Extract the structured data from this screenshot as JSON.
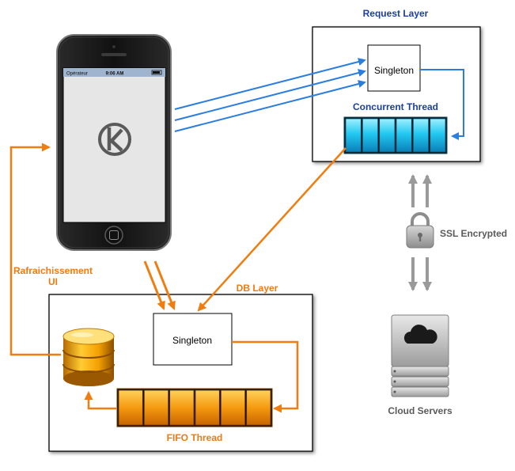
{
  "request_layer": {
    "title": "Request Layer",
    "singleton_label": "Singleton",
    "thread_label": "Concurrent Thread",
    "thread_cells": 6
  },
  "db_layer": {
    "title": "DB Layer",
    "singleton_label": "Singleton",
    "thread_label": "FIFO Thread",
    "thread_cells": 6
  },
  "phone": {
    "carrier": "Opérateur",
    "time": "9:06 AM",
    "app_icon": "k-logo-icon"
  },
  "refresh_label": {
    "line1": "Rafraichissement",
    "line2": "UI"
  },
  "ssl_label": "SSL Encrypted",
  "cloud_label": "Cloud Servers",
  "colors": {
    "blue_arrow": "#2b7de0",
    "orange_arrow": "#f07d10",
    "grey_arrow": "#9a9a9a",
    "request_title": "#1a3f9e",
    "orange_text": "#ee7a10"
  }
}
